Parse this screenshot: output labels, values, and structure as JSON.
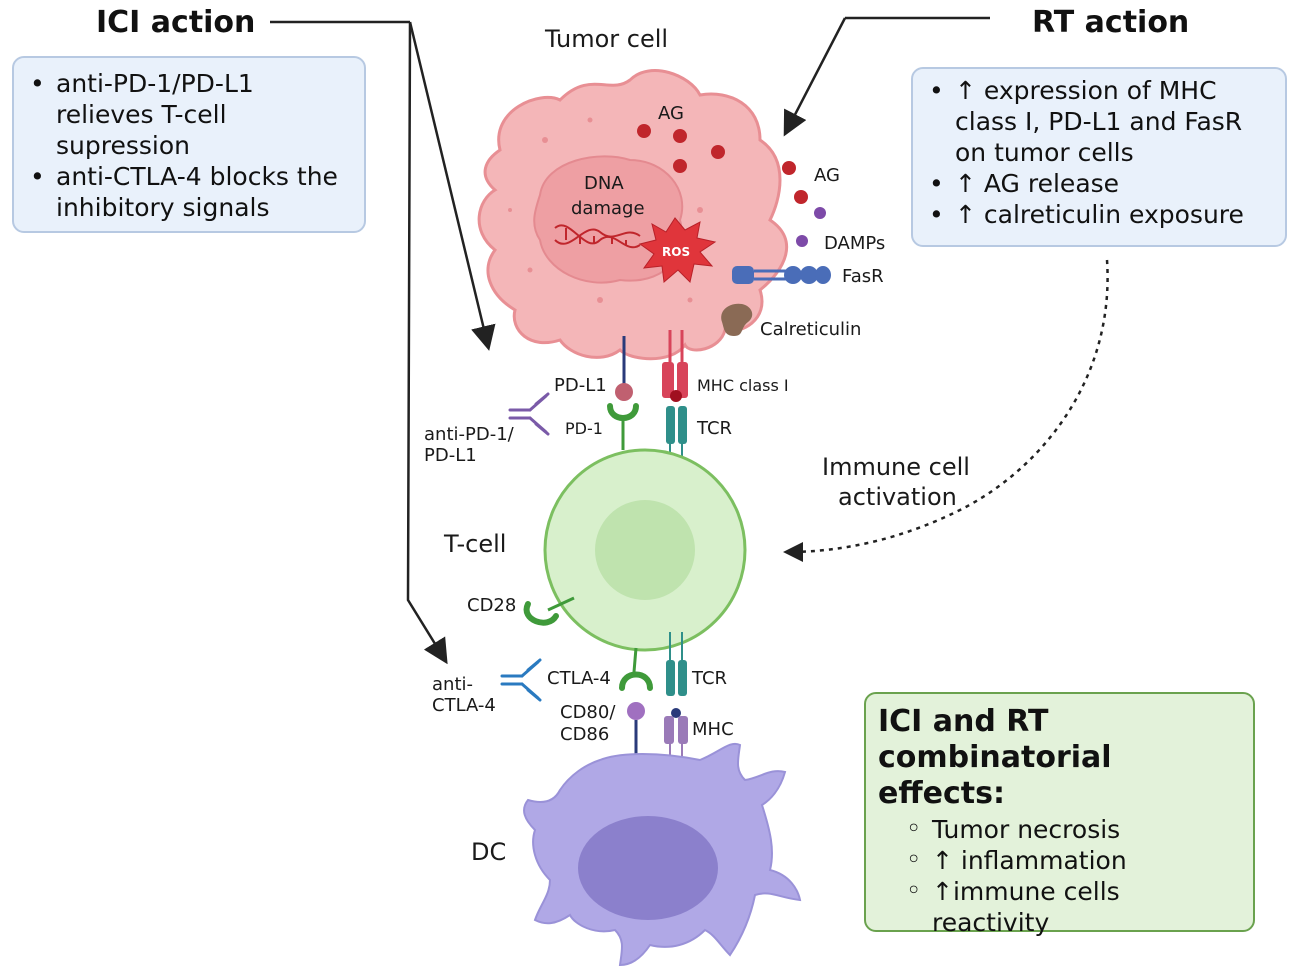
{
  "ici_action": {
    "title": "ICI action",
    "bullets": [
      "anti-PD-1/PD-L1 relieves T-cell supression",
      "anti-CTLA-4 blocks the inhibitory signals"
    ]
  },
  "rt_action": {
    "title": "RT action",
    "bullets": [
      "↑ expression of MHC class I, PD-L1 and FasR on tumor cells",
      "↑ AG release",
      "↑ calreticulin exposure"
    ]
  },
  "combo": {
    "title_line1": "ICI and RT",
    "title_line2": "combinatorial effects:",
    "bullets": [
      "Tumor necrosis",
      "↑ inflammation",
      "↑immune cells reactivity"
    ]
  },
  "labels": {
    "tumor_cell": "Tumor cell",
    "ag_inner": "AG",
    "ag_outer": "AG",
    "dna_line1": "DNA",
    "dna_line2": "damage",
    "ros": "ROS",
    "damps": "DAMPs",
    "fasr": "FasR",
    "calreticulin": "Calreticulin",
    "pd_l1": "PD-L1",
    "mhc_class_i": "MHC class I",
    "pd_1": "PD-1",
    "tcr_top": "TCR",
    "anti_pd1_line1": "anti-PD-1/",
    "anti_pd1_line2": "PD-L1",
    "immune_line1": "Immune cell",
    "immune_line2": "activation",
    "t_cell": "T-cell",
    "cd28": "CD28",
    "anti_ctla4_line1": "anti-",
    "anti_ctla4_line2": "CTLA-4",
    "ctla4": "CTLA-4",
    "tcr_bottom": "TCR",
    "cd80_line1": "CD80/",
    "cd80_line2": "CD86",
    "mhc": "MHC",
    "dc": "DC"
  },
  "colors": {
    "tumor_fill": "#f4b6b8",
    "tumor_stroke": "#e88f94",
    "nucleus_fill": "#ee9fa3",
    "t_cell_fill": "#d8f0cc",
    "t_cell_stroke": "#7cbf60",
    "dc_fill": "#b0a8e6",
    "dc_nucleus": "#8b80cc",
    "ros_fill": "#e0353b",
    "ag_red": "#c0262c",
    "damps_purple": "#7d4aa8",
    "fasr_blue": "#4a6db8",
    "calreticulin_brown": "#8a6a55",
    "mhc_red": "#d8445a",
    "tcr_teal": "#2f8f8a",
    "pd1_green": "#3f9a3a",
    "antibody_purple": "#7a5aa8",
    "antibody_blue": "#2a7ac0",
    "info_box_fill": "#e9f1fb",
    "combo_box_fill": "#e3f2da"
  }
}
